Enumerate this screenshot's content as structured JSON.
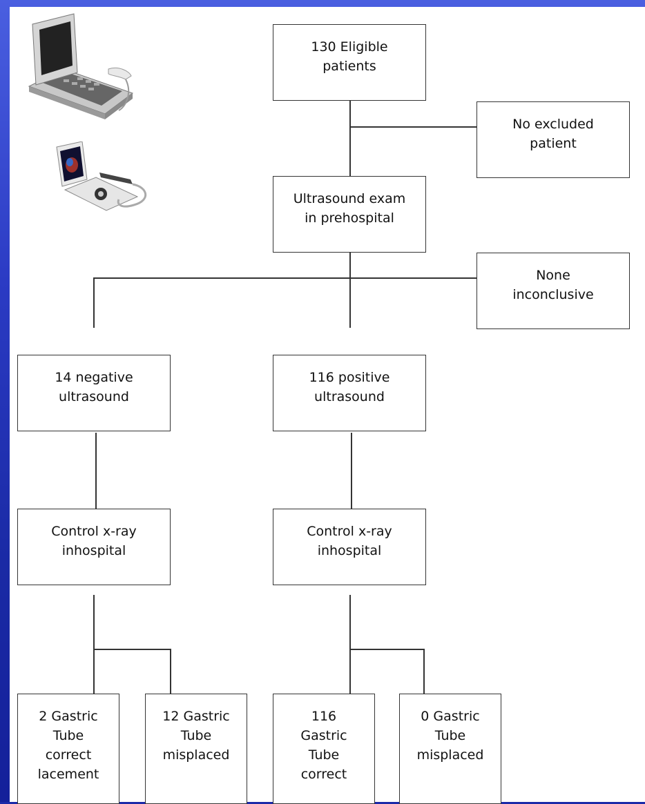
{
  "flowchart": {
    "eligible": "130 Eligible\npatients",
    "excluded": "No excluded\npatient",
    "ultrasound_exam": "Ultrasound exam\nin prehospital",
    "inconclusive": "None\ninconclusive",
    "negative": "14 negative\nultrasound",
    "positive": "116 positive\nultrasound",
    "xray_left": "Control x-ray\ninhospital",
    "xray_right": "Control x-ray\ninhospital",
    "out1": "2 Gastric\nTube\ncorrect\nlacement",
    "out2": "12 Gastric\nTube\nmisplaced",
    "out3": "116\nGastric\nTube\ncorrect",
    "out4": "0 Gastric\nTube\nmisplaced"
  },
  "images": [
    {
      "name": "portable-ultrasound-machine"
    },
    {
      "name": "pocket-ultrasound-device"
    }
  ],
  "colors": {
    "background": "#1b2aa8",
    "panel": "#ffffff",
    "stroke": "#333333"
  }
}
